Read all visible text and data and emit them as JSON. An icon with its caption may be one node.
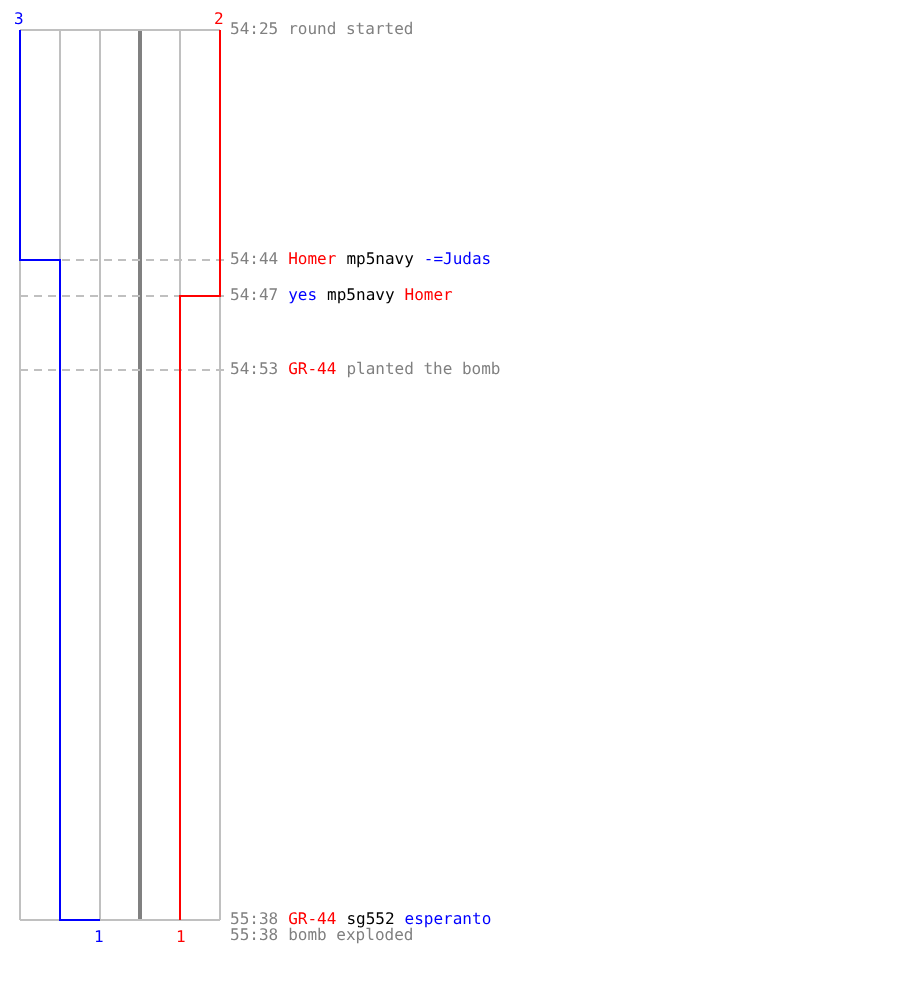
{
  "diagram": {
    "labels": [
      "3",
      "2",
      "54:25",
      "round started",
      "54:44",
      "Homer",
      "mp5navy",
      "-=Judas",
      "54:47",
      "yes",
      "mp5navy",
      "Homer",
      "54:53",
      "GR-44",
      "planted the bomb",
      "55:38",
      "GR-44",
      "sg552",
      "esperanto",
      "1",
      "1",
      "55:38",
      "bomb exploded"
    ]
  }
}
